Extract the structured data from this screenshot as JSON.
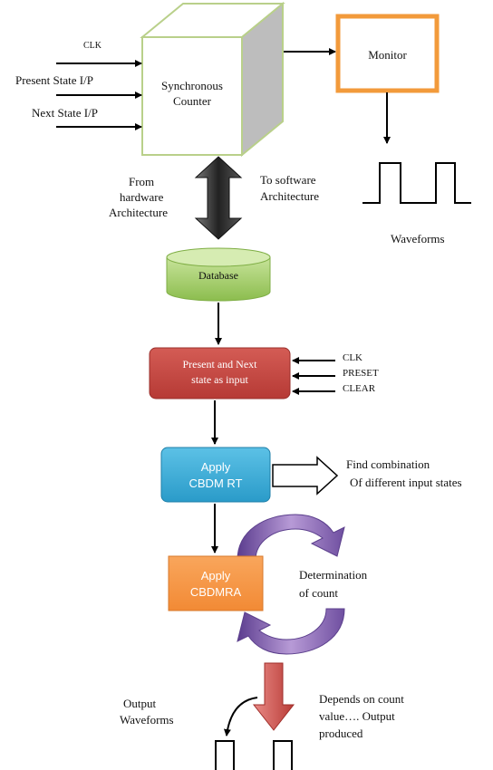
{
  "inputs": {
    "clk": "CLK",
    "present_state": "Present State I/P",
    "next_state": "Next State I/P"
  },
  "counter": {
    "line1": "Synchronous",
    "line2": "Counter"
  },
  "monitor": "Monitor",
  "waveforms_label": "Waveforms",
  "from_hw": {
    "line1": "From",
    "line2": "hardware",
    "line3": "Architecture"
  },
  "to_sw": {
    "line1": "To software",
    "line2": "Architecture"
  },
  "database": "Database",
  "state_box": {
    "line1": "Present and  Next",
    "line2": "state as input"
  },
  "control_inputs": {
    "clk": "CLK",
    "preset": "PRESET",
    "clear": "CLEAR"
  },
  "cbdmrt": {
    "line1": "Apply",
    "line2": "CBDM RT"
  },
  "find_combination": {
    "line1": "Find combination",
    "line2": "Of different input states"
  },
  "cbdmra": {
    "line1": "Apply",
    "line2": "CBDMRA"
  },
  "determination": {
    "line1": "Determination",
    "line2": "of count"
  },
  "output_waveforms": {
    "line1": "Output",
    "line2": "Waveforms"
  },
  "depends": {
    "line1": "Depends on count",
    "line2": "value…. Output",
    "line3": "produced"
  },
  "colors": {
    "monitor_border": "#f29a3b",
    "database_top": "#c7e39a",
    "database_body": "#9ccc5b",
    "state_box": "#c9453f",
    "cbdmrt_box": "#3aaed8",
    "cbdmra_box": "#f79646",
    "cycle_arrow": "#7a5da6",
    "down_arrow": "#c0504d"
  }
}
